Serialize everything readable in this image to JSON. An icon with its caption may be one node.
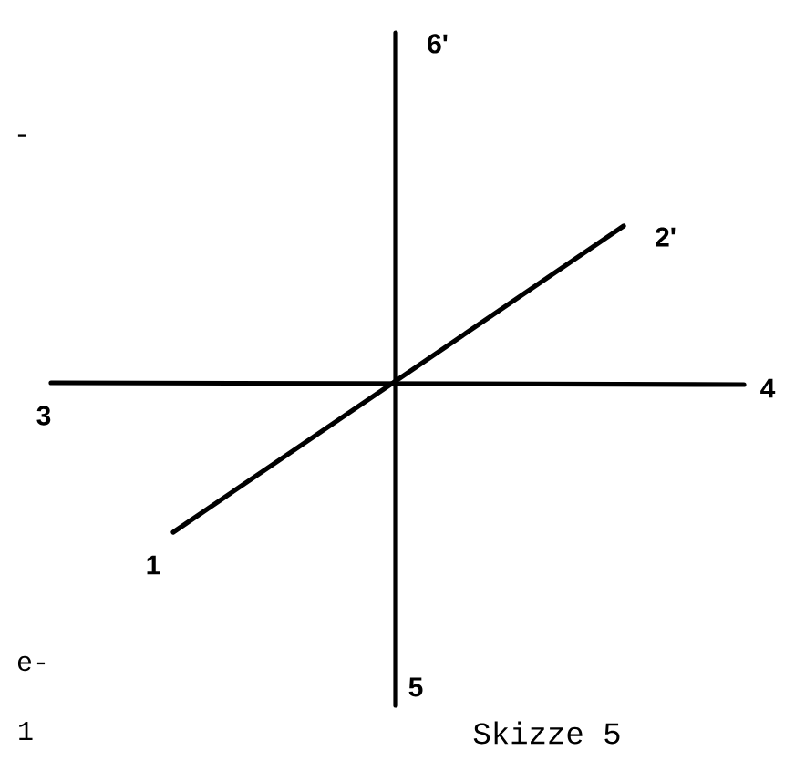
{
  "diagram": {
    "caption": "Skizze 5",
    "nodes": [
      {
        "text": [
          "6'"
        ]
      },
      {
        "text": [
          "2'"
        ]
      },
      {
        "text": [
          "3"
        ]
      },
      {
        "text": [
          "4"
        ]
      },
      {
        "text": [
          "1"
        ]
      },
      {
        "text": [
          "5"
        ]
      }
    ],
    "edges": [
      {
        "from": 2,
        "to": 3,
        "arrow": "none"
      },
      {
        "from": 4,
        "to": 1,
        "arrow": "none"
      },
      {
        "from": 5,
        "to": 0,
        "arrow": "none"
      }
    ],
    "labels": [
      "-",
      "e-",
      "1"
    ]
  }
}
